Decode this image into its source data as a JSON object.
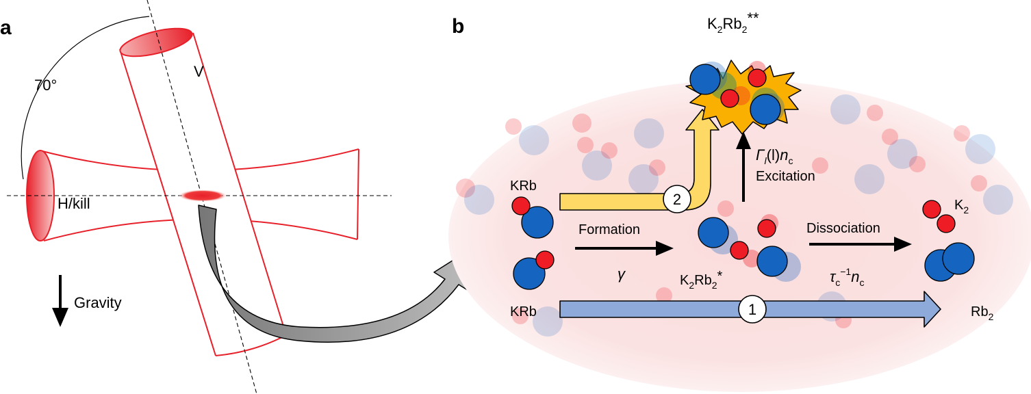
{
  "panel_a": {
    "label": "a",
    "angle_label": "70°",
    "vertical_beam_label": "V",
    "horizontal_beam_label": "H/kill",
    "gravity_label": "Gravity"
  },
  "panel_b": {
    "label": "b",
    "excited_complex": {
      "base": "K",
      "sub1": "2",
      "mid": "Rb",
      "sub2": "2",
      "sup": "**"
    },
    "excitation_rate": {
      "gamma": "Γ",
      "gamma_sub": "l",
      "paren": "(l)",
      "n": "n",
      "n_sub": "c"
    },
    "excitation_label": "Excitation",
    "reactant_top": "KRb",
    "reactant_bottom": "KRb",
    "formation_label": "Formation",
    "formation_rate": "γ",
    "complex": {
      "base": "K",
      "sub1": "2",
      "mid": "Rb",
      "sub2": "2",
      "sup": "*"
    },
    "dissociation_label": "Dissociation",
    "dissociation_rate": {
      "tau": "τ",
      "tau_sub": "c",
      "exp": "−1",
      "n": "n",
      "n_sub": "c"
    },
    "product_k2": {
      "base": "K",
      "sub": "2"
    },
    "product_rb2": {
      "base": "Rb",
      "sub": "2"
    },
    "pathway_1": "1",
    "pathway_2": "2"
  },
  "colors": {
    "beam_red": "#e8202a",
    "potassium_red": "#ee1c25",
    "rubidium_blue": "#1565c0",
    "path1_blue": "#8eaadb",
    "path2_yellow": "#ffd966",
    "cloud_pink": "#fbdede",
    "burst_orange": "#f9b000"
  }
}
